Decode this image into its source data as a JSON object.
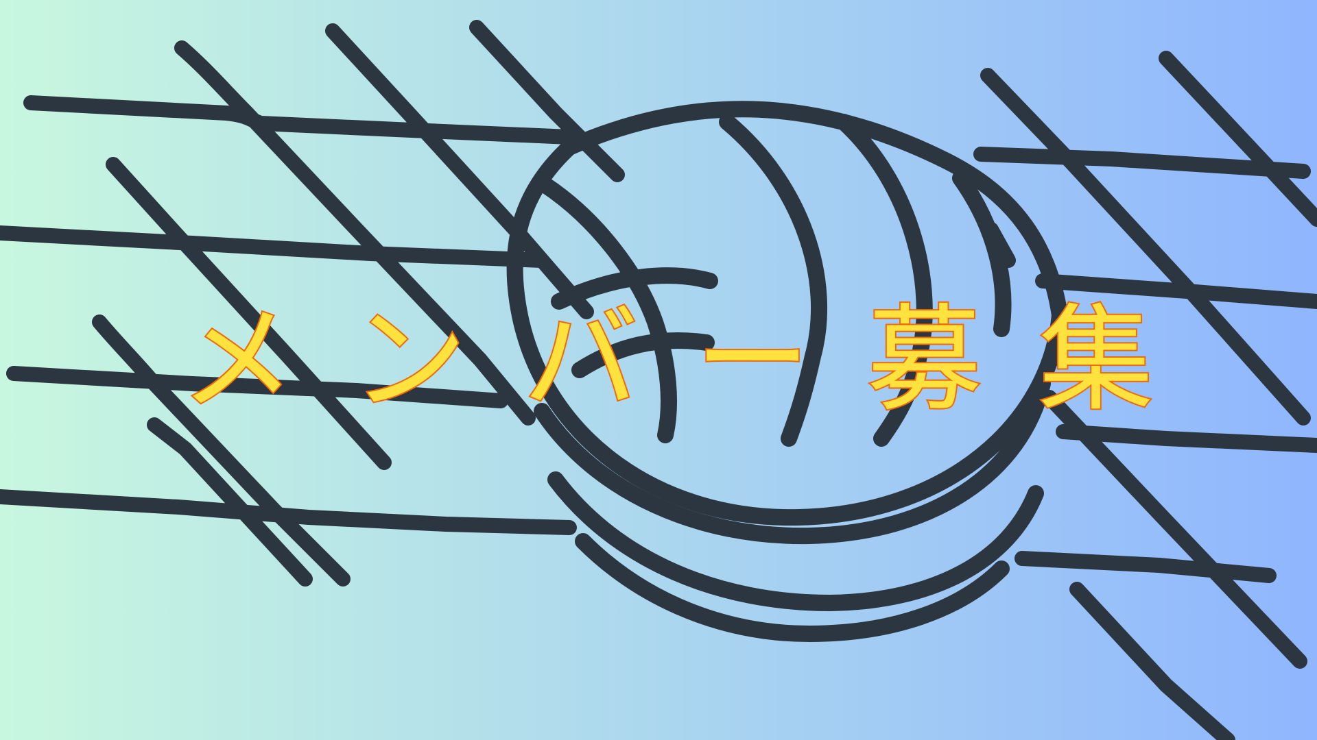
{
  "banner": {
    "headline_chars": [
      "メ",
      "ン",
      "バ",
      "ー",
      "募",
      "集"
    ],
    "background_gradient": {
      "from": "#c8f7df",
      "to": "#8fb6fe"
    },
    "ink_color": "#2b3640",
    "text_fill": "#ffe23d",
    "text_stroke": "#f06a0a"
  },
  "icons": {
    "ball": "volleyball-icon",
    "net": "volleyball-net-icon"
  }
}
